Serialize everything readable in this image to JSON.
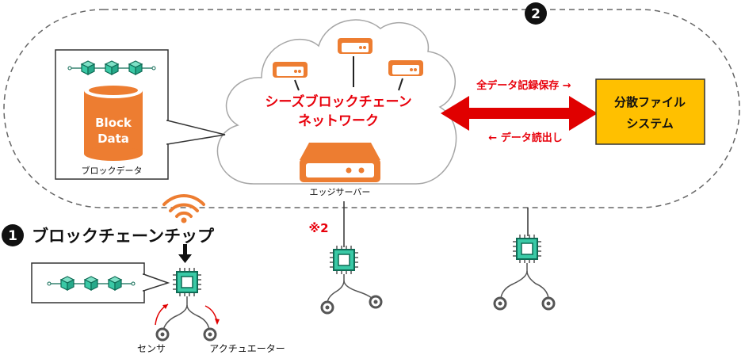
{
  "badges": {
    "one": "1",
    "two": "2"
  },
  "cloud": {
    "label_line1": "シーズブロックチェーン",
    "label_line2": "ネットワーク",
    "edge_server_label": "エッジサーバー"
  },
  "block_data": {
    "cylinder_line1": "Block",
    "cylinder_line2": "Data",
    "caption": "ブロックデータ"
  },
  "storage": {
    "label_line1": "分散ファイル",
    "label_line2": "システム",
    "save_all": "全データ記録保存 →",
    "read": "← データ読出し"
  },
  "chip_section": {
    "title": "ブロックチェーンチップ",
    "note": "※2",
    "sensor_label": "センサ",
    "actuator_label": "アクチュエーター"
  },
  "colors": {
    "orange": "#ed7d31",
    "red": "#e8000b",
    "red_arrow": "#e00000",
    "teal": "#3ac9a6",
    "teal_dark": "#0f6b55",
    "gold": "#ffc000",
    "gray": "#888888"
  }
}
